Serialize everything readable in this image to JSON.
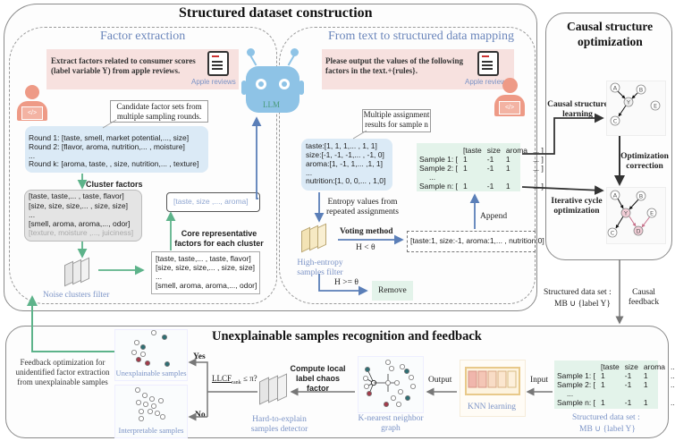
{
  "sections": {
    "structured": {
      "title": "Structured dataset construction",
      "factor_extraction": {
        "title": "Factor extraction",
        "prompt": "Extract factors related to consumer scores (label variable Y)  from apple reviews.",
        "doc_label": "Apple reviews",
        "note": "Candidate factor sets from multiple sampling rounds.",
        "rounds": [
          "Round 1: [taste, smell, market potential,..., size]",
          "Round 2: [flavor, aroma, nutrition,... , moisture]",
          "...",
          "Round k: [aroma, taste, , size, nutrition,... , texture]"
        ],
        "cluster_label": "Cluster factors",
        "clusters": [
          "[taste, taste,... , taste, flavor]",
          "[size, size, size,... , size, size]",
          "...",
          "[smell, aroma, aroma,..., odor]"
        ],
        "noise_cluster": "[texture, moisture ,..., juiciness]",
        "noise_filter_label": "Noise clusters filter",
        "filtered_clusters": [
          "[taste, taste,... , taste, flavor]",
          "[size, size, size,... , size, size]",
          "...",
          "[smell, aroma, aroma,..., odor]"
        ],
        "core_label": "Core representative factors for each cluster",
        "core_set": "[taste, size ,..., aroma]"
      },
      "llm_label": "LLM",
      "mapping": {
        "title": "From text to structured data mapping",
        "prompt": "Please output the values of the following factors in the text.+{rules}.",
        "doc_label": "Apple reviews",
        "note": "Multiple assignment results for sample n",
        "assignments": [
          "taste:[1, 1, 1,... , 1, 1]",
          "size:[-1, -1, -1,... , -1, 0]",
          "aroma:[1, -1, 1,... ,1, 1]",
          "...",
          "nutrition:[1, 0, 0,... , 1,0]"
        ],
        "entropy_label": "Entropy values from repeated assignments",
        "filter_label": "High-entropy samples filter",
        "voting_label": "Voting method",
        "cond_low": "H < θ",
        "cond_high": "H >= θ",
        "remove_label": "Remove",
        "voted_result": "[taste:1, size:-1, aroma:1,... , nutrition:0]",
        "append_label": "Append",
        "matrix": {
          "header": [
            "[taste",
            "size",
            "aroma",
            "... ]"
          ],
          "rows": [
            {
              "label": "Sample 1: [",
              "values": [
                "1",
                "-1",
                "1",
                "... ]"
              ]
            },
            {
              "label": "Sample 2: [",
              "values": [
                "1",
                "-1",
                "1",
                "... ]"
              ]
            },
            {
              "label": "...",
              "values": [
                "",
                "",
                "",
                ""
              ]
            },
            {
              "label": "Sample n: [",
              "values": [
                "1",
                "-1",
                "1",
                "... ]"
              ]
            }
          ]
        }
      }
    },
    "causal": {
      "title_line1": "Causal structure",
      "title_line2": "optimization",
      "learning_label": "Causal structure learning",
      "correction_label": "Optimization correction",
      "iterative_label": "Iterative cycle optimization",
      "graph1_nodes": [
        "A",
        "B",
        "Y",
        "C",
        "E"
      ],
      "graph2_nodes": [
        "A",
        "B",
        "Y",
        "C",
        "D",
        "E"
      ],
      "dataset_label_line1": "Structured data set :",
      "dataset_label_line2": "MB ∪ {label Y}",
      "feedback_label": "Causal feedback"
    },
    "unexplainable": {
      "title": "Unexplainable samples recognition and feedback",
      "feedback_text": "Feedback optimization for unidentified factor extraction from unexplainable samples",
      "unexplainable_label": "Unexplainable samples",
      "interpretable_label": "Interpretable samples",
      "yes_label": "Yes",
      "no_label": "No",
      "condition_label": "LLCF",
      "condition_sub": "rank",
      "condition_rest": " ≤ π?",
      "compute_label": "Compute local label chaos factor",
      "detector_label": "Hard-to-explain samples detector",
      "knn_graph_label": "K-nearest neighbor graph",
      "output_label": "Output",
      "knn_label": "KNN learning",
      "input_label": "Input",
      "matrix": {
        "header": [
          "[taste",
          "size",
          "aroma",
          "... ]"
        ],
        "rows": [
          {
            "label": "Sample 1: [",
            "values": [
              "1",
              "-1",
              "1",
              "... ]"
            ]
          },
          {
            "label": "Sample 2: [",
            "values": [
              "1",
              "-1",
              "1",
              "... ]"
            ]
          },
          {
            "label": "...",
            "values": [
              "",
              "",
              "",
              ""
            ]
          },
          {
            "label": "Sample n: [",
            "values": [
              "1",
              "-1",
              "1",
              "... ]"
            ]
          }
        ]
      },
      "dataset_label_line1": "Structured data set :",
      "dataset_label_line2": "MB ∪ {label Y}"
    }
  },
  "colors": {
    "green_arrow": "#5db38a",
    "blue_arrow": "#5b7fb8",
    "robot": "#8ec3e6",
    "person": "#ee9a86",
    "pink_box": "#f7e1df",
    "blue_box": "#dbeaf6",
    "green_box": "#e3f3ea",
    "node_red": "#a23c4b",
    "node_teal": "#2f6f74"
  }
}
